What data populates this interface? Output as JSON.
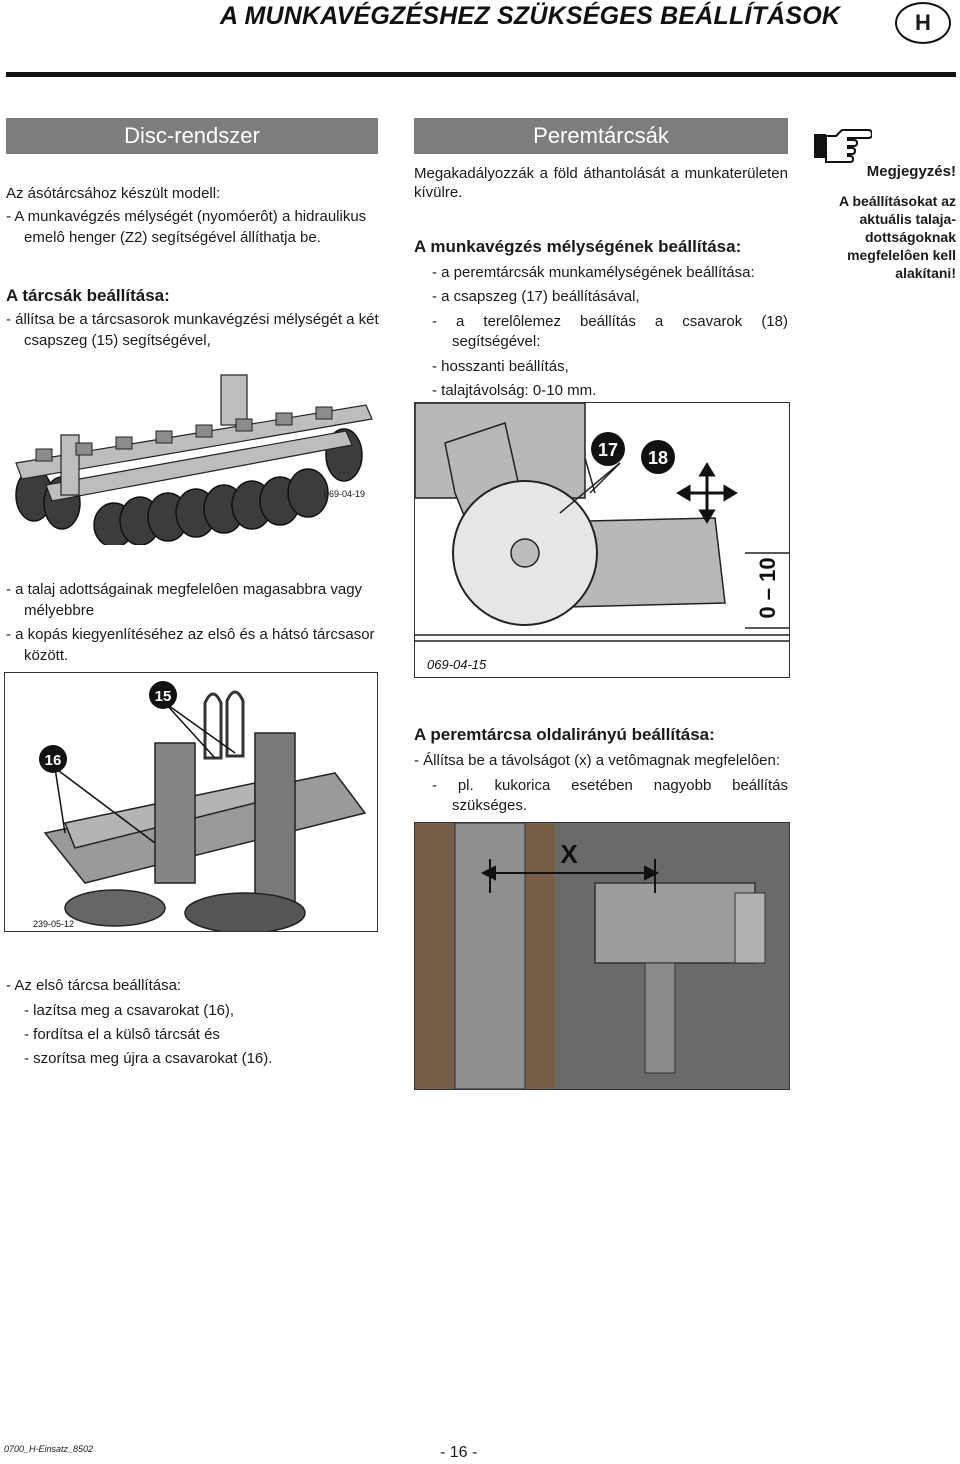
{
  "header": {
    "title": "A MUNKAVÉGZÉSHEZ SZÜKSÉGES BEÁLLÍTÁSOK",
    "lang_mark": "H"
  },
  "disc": {
    "heading": "Disc-rendszer",
    "intro": "Az ásótárcsához készült modell:",
    "intro_items": [
      "-  A munkavégzés mélységét (nyomóerôt) a hidraulikus",
      "emelô henger (Z2) segítségével állíthatja be."
    ],
    "subheading": "A tárcsák beállítása:",
    "items": [
      "-  állítsa be a tárcsasorok munkavégzési mélységét a két",
      "csapszeg (15) segítségével,"
    ],
    "fig_label": "069-04-19",
    "after_items": [
      "-  a talaj adottságainak megfelelôen magasabbra vagy",
      "mélyebbre",
      "-  a kopás kiegyenlítéséhez az elsô és a hátsó tárcsasor",
      "között."
    ],
    "fig2_label": "239-05-12",
    "fig2_callouts": [
      "15",
      "16"
    ],
    "front_intro": "-  Az elsô tárcsa beállítása:",
    "front_items": [
      "-  lazítsa meg a csavarokat (16),",
      "-  fordítsa el a külsô tárcsát és",
      "-  szorítsa meg újra a csavarokat (16)."
    ]
  },
  "perem": {
    "heading": "Peremtárcsák",
    "intro": [
      "Megakadályozzák a föld áthantolását a munkaterületen",
      "kívülre."
    ],
    "depth_heading": "A munkavégzés mélységének beállítása:",
    "depth_items": [
      "-  a peremtárcsák munkamélységének beállítása:",
      "-  a csapszeg (17) beállításával,",
      "-  a terelôlemez beállítás a csavarok (18)",
      "segítségével:",
      "-  hosszanti beállítás,",
      "-  talajtávolság: 0-10 mm."
    ],
    "fig_label": "069-04-15",
    "fig_callouts": [
      "17",
      "18"
    ],
    "fig_dim": "0 – 10",
    "side_heading": "A peremtárcsa oldalirányú beállítása:",
    "side_items": [
      "-  Állítsa be a távolságot (x) a vetômagnak megfelelôen:",
      "-  pl. kukorica esetében nagyobb beállítás",
      "szükséges."
    ],
    "fig2_callout": "X"
  },
  "note": {
    "title": "Megjegyzés!",
    "lines": [
      "A beállításokat az",
      "aktuális talaja-",
      "dottságoknak",
      "megfelelôen kell",
      "alakítani!"
    ]
  },
  "footer": {
    "doc_code": "0700_H-Einsatz_8502",
    "page": "- 16 -"
  }
}
